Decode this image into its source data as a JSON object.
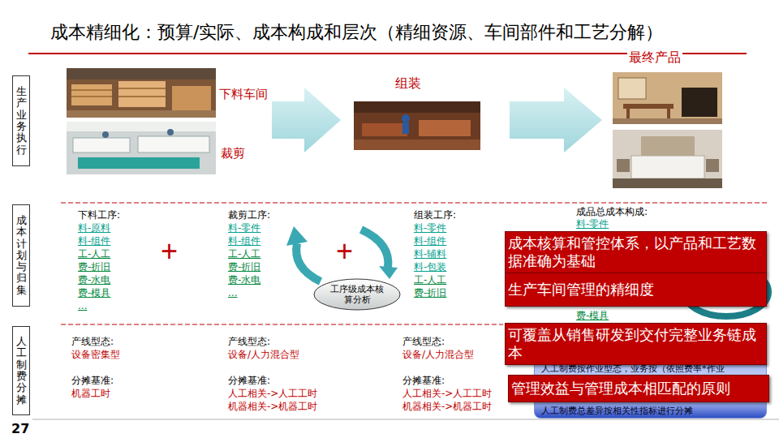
{
  "diagram": {
    "title": "成本精细化：预算/实际、成本构成和层次（精细资源、车间部件和工艺分解）",
    "nodes": [
      {
        "text": [
          "生产业务执行"
        ]
      },
      {
        "text": [
          "成本计划与归集"
        ]
      },
      {
        "text": [
          "人工制费分摊"
        ]
      },
      {
        "text": [
          "工序级成本核算分析"
        ]
      },
      {
        "text": [
          "人工制费按作业型态，业务按（依照费率*作业",
          "人工制费总差异按相关性指标进行分摊"
        ]
      },
      {
        "text": [
          "成本核算和管控体系，以产品和工艺数据准确为基础"
        ]
      },
      {
        "text": [
          "生产车间管理的精细度"
        ]
      },
      {
        "text": [
          "可覆盖从销售研发到交付完整业务链成本"
        ]
      },
      {
        "text": [
          "管理效益与管理成本相匹配的原则"
        ]
      }
    ],
    "labels": [
      "下料车间",
      "裁剪",
      "组装",
      "最终产品",
      "下料工序:",
      "料-原料",
      "料-组件",
      "工-人工",
      "费-折旧",
      "费-水电",
      "费-模具",
      "...",
      "+",
      "裁剪工序:",
      "料-零件",
      "料-组件",
      "工-人工",
      "费-折旧",
      "费-水电",
      "...",
      "+",
      "组装工序:",
      "料-零件",
      "料-组件",
      "料-辅料",
      "料-包装",
      "工-人工",
      "费-折旧",
      "成品总成本构成:",
      "料-零件",
      "费-模具",
      "产线型态:",
      "设备密集型",
      "分摊基准:",
      "机器工时",
      "产线型态:",
      "设备/人力混合型",
      "分摊基准:",
      "人工相关->人工工时",
      "机器相关->机器工时",
      "产线型态:",
      "设备/人力混合型",
      "分摊基准:",
      "人工相关->人工工时",
      "机器相关->机器工时",
      "27"
    ]
  }
}
